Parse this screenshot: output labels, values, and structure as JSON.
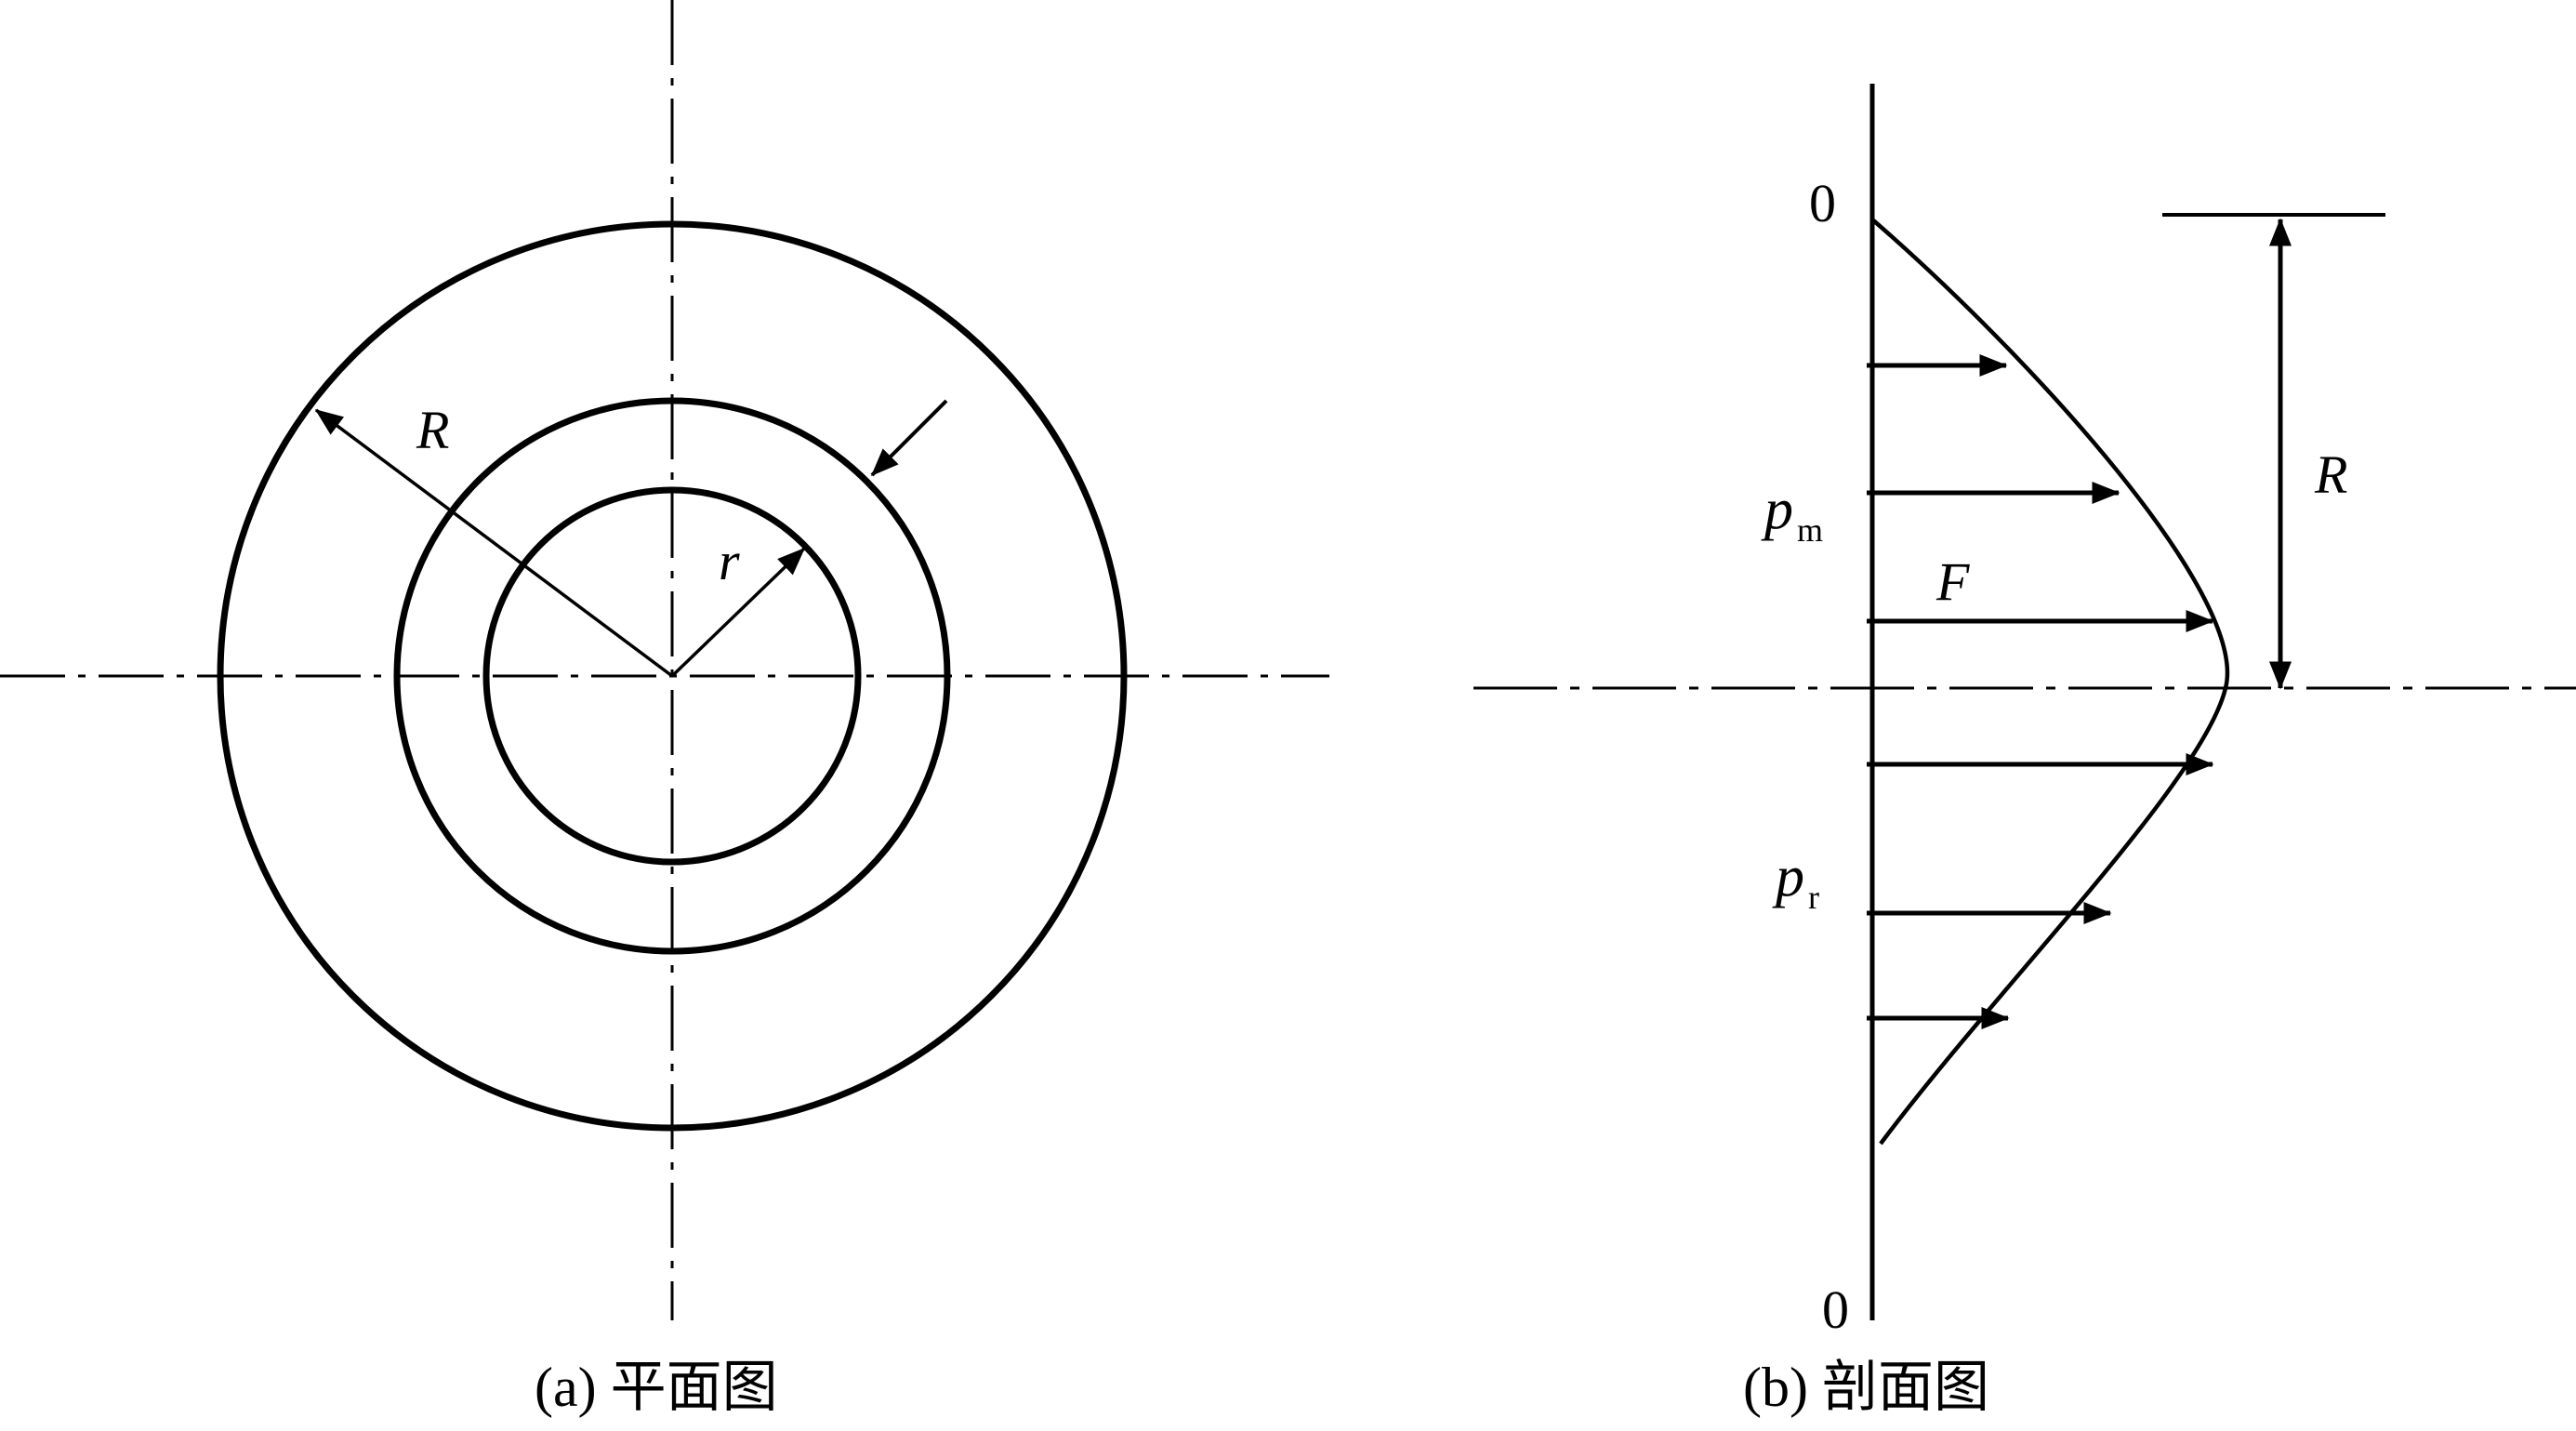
{
  "colors": {
    "ink": "#000000",
    "background": "#ffffff"
  },
  "plan_view": {
    "caption": "(a) 平面图",
    "label_outer_radius": "R",
    "label_inner_radius": "r"
  },
  "section_view": {
    "caption": "(b) 剖面图",
    "label_top_zero": "0",
    "label_bottom_zero": "0",
    "label_pm_base": "p",
    "label_pm_sub": "m",
    "label_force": "F",
    "label_pr_base": "p",
    "label_pr_sub": "r",
    "label_radius": "R"
  }
}
